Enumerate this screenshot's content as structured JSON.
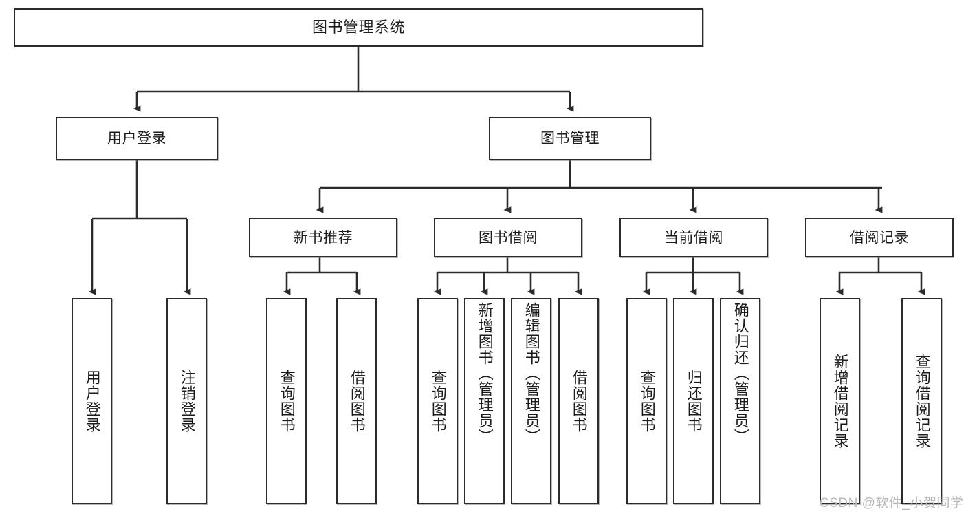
{
  "diagram": {
    "type": "tree-hierarchy-chart",
    "title": "图书管理系统",
    "line_color": "#2b2b2b",
    "box_fill": "#ffffff",
    "text_color": "#1c1c1c",
    "watermark": "CSDN @软件_小贺同学",
    "root": {
      "label": "图书管理系统"
    },
    "level1": [
      {
        "label": "用户登录"
      },
      {
        "label": "图书管理"
      }
    ],
    "level2": [
      {
        "label": "新书推荐"
      },
      {
        "label": "图书借阅"
      },
      {
        "label": "当前借阅"
      },
      {
        "label": "借阅记录"
      }
    ],
    "leaves": {
      "user_login": [
        {
          "label": "用户登录"
        },
        {
          "label": "注销登录"
        }
      ],
      "new_book": [
        {
          "label": "查询图书"
        },
        {
          "label": "借阅图书"
        }
      ],
      "book_borrow": [
        {
          "label": "查询图书"
        },
        {
          "label": "新增图书（管理员）"
        },
        {
          "label": "编辑图书（管理员）"
        },
        {
          "label": "借阅图书"
        }
      ],
      "current_borrow": [
        {
          "label": "查询图书"
        },
        {
          "label": "归还图书"
        },
        {
          "label": "确认归还（管理员）"
        }
      ],
      "borrow_record": [
        {
          "label": "新增借阅记录"
        },
        {
          "label": "查询借阅记录"
        }
      ]
    }
  }
}
